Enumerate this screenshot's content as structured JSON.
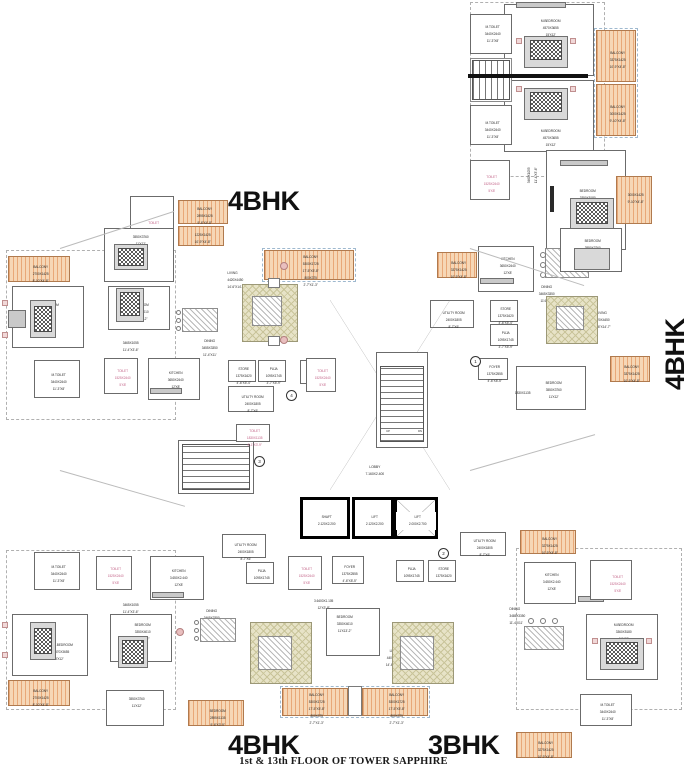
{
  "document": {
    "type": "architectural-floor-plan",
    "caption": "1st  & 13th FLOOR OF TOWER SAPPHIRE",
    "background": "#ffffff"
  },
  "unit_tags": {
    "top_left": "4BHK",
    "right_vertical": "4BHK",
    "bottom_left": "4BHK",
    "bottom_center": "3BHK"
  },
  "colors": {
    "balcony_fill": "#f3cdaa",
    "balcony_border": "#b07a4e",
    "wall": "#111111",
    "text": "#2b2b2b",
    "pink_label": "#c4668a",
    "dash_guide": "#9fb9cf"
  },
  "core": {
    "lobby_label": "LOBBY",
    "lobby_dim": "7.160X2.400",
    "shaft_label": "SHAFT",
    "shaft_dim": "2.120X2.200",
    "lift1_label": "LIFT",
    "lift1_dim": "2.120X2.200",
    "lift2_label": "LIFT",
    "lift2_dim": "2.000X2.700"
  },
  "markers": [
    "1",
    "2",
    "3",
    "4"
  ],
  "rooms": {
    "tl_balcony_outer": {
      "name": "BALCONY",
      "dim_mm": "2700X1425",
      "dim_ft": "8'-10\"X4'-8\""
    },
    "tl_balcony_upper": {
      "name": "BALCONY",
      "dim_mm": "2895X1425",
      "dim_ft": "9'-6\"X4'-8\""
    },
    "tl_mbedroom": {
      "name": "M.BEDROOM",
      "dim_mm": "4570X3655",
      "dim_ft": "15'X12'"
    },
    "tl_bedroom": {
      "name": "BEDROOM",
      "dim_mm": "3550X4010",
      "dim_ft": "11'X13'-2\""
    },
    "tl_mtoilet": {
      "name": "M.TOILET",
      "dim_mm": "3440X2440",
      "dim_ft": "11'-3\"X8'"
    },
    "tl_toilet": {
      "name": "TOILET",
      "dim_mm": "1525X2440",
      "dim_ft": "5'X8'"
    },
    "tl_passage": {
      "name": "",
      "dim_mm": "3465X1055",
      "dim_ft": "11'-4\"X3'-6\""
    },
    "tl_kitchen": {
      "name": "KITCHEN",
      "dim_mm": "3650X2440",
      "dim_ft": "12'X8'"
    },
    "tl_dining": {
      "name": "DINING",
      "dim_mm": "3455X3350",
      "dim_ft": "11'-4\"X11'"
    },
    "tl_store": {
      "name": "STORE",
      "dim_mm": "1375X1620",
      "dim_ft": "4'-6\"X5'-4\""
    },
    "tl_puja": {
      "name": "PUJA",
      "dim_mm": "1095X1745",
      "dim_ft": "3'-7\"X5'-9\""
    },
    "tl_utility": {
      "name": "UTILITY ROOM",
      "dim_mm": "2400X1805",
      "dim_ft": "8'-7\"X6'"
    },
    "tl_living": {
      "name": "LIVING",
      "dim_mm": "4420X4450",
      "dim_ft": "14'-6\"X14'-7\""
    },
    "tl_livbalcony": {
      "name": "BALCONY",
      "dim_mm": "5300X1725",
      "dim_ft": "17'-5\"X5'-8\"",
      "dim_mm2": "800X375",
      "dim_ft2": "2'-7\"X1'-3\""
    },
    "tl_foyer": {
      "name": "FOYER",
      "dim_mm": "1375X2555",
      "dim_ft": "4'-6\"X8'-5\""
    },
    "tl_balc_small": {
      "name": "BALCONY",
      "dim_mm": "1225X1425",
      "dim_ft": "10'-9\"X4'-8\""
    },
    "tl_bedroom2": {
      "name": "BEDROOM",
      "dim_mm": "3550X3760",
      "dim_ft": "11'X12'"
    },
    "tl_toilet2": {
      "name": "TOILET",
      "dim_mm": "1830X1135",
      "dim_ft": "6'-1\"X3'-9\""
    },
    "tr_mbedroom": {
      "name": "M.BEDROOM",
      "dim_mm": "4570X3655",
      "dim_ft": "15'X12'"
    },
    "tr_balcony": {
      "name": "BALCONY",
      "dim_mm": "2700X1425",
      "dim_ft": "8'-10\"X4'-8\""
    },
    "tr_mtoilet": {
      "name": "M.TOILET",
      "dim_mm": "3440X2440",
      "dim_ft": "11'-3\"X8'"
    },
    "tr_toilet": {
      "name": "TOILET",
      "dim_mm": "1525X2440",
      "dim_ft": "5'X8'"
    },
    "tr_bedroom": {
      "name": "BEDROOM",
      "dim_mm": "3350X5180",
      "dim_ft": "11'X17'"
    },
    "tr_kitchen": {
      "name": "KITCHEN",
      "dim_mm": "3650X2440",
      "dim_ft": "12'X8'"
    },
    "tr_dining": {
      "name": "DINING",
      "dim_mm": "3465X3350",
      "dim_ft": "11'4\"X11'"
    },
    "tr_living": {
      "name": "LIVING",
      "dim_mm": "4420X4450",
      "dim_ft": "14'-6\"X14'-7\""
    },
    "tr_passage": {
      "name": "",
      "dim_mm": "3460X1055",
      "dim_ft": "11'-4\"X3'-6\""
    },
    "tr_store": {
      "name": "STORE",
      "dim_mm": "1375X1620",
      "dim_ft": "4'-6\"X5'-4\""
    },
    "tr_puja": {
      "name": "PUJA",
      "dim_mm": "1095X1745",
      "dim_ft": "3'-7\"X5'-9\""
    },
    "tr_utility": {
      "name": "UTILITY ROOM",
      "dim_mm": "2400X1805",
      "dim_ft": "8'-7\"X6'"
    },
    "tr_foyer": {
      "name": "FOYER",
      "dim_mm": "1375X2555",
      "dim_ft": "4'-6\"X8'-5\""
    },
    "tr_balc2": {
      "name": "BALCONY",
      "dim_mm": "3375X1425",
      "dim_ft": "10'-9\"X4'-8\""
    },
    "tr_balc3": {
      "name": "BALCONY",
      "dim_mm": "3000X1425",
      "dim_ft": "9'-10\"X4'-8\""
    },
    "br_kitchen": {
      "name": "KITCHEN",
      "dim_mm": "3.650X2.440",
      "dim_ft": "12'X8'"
    },
    "br_toilet": {
      "name": "TOILET",
      "dim_mm": "1525X2440",
      "dim_ft": "5'X8'"
    },
    "br_mbedroom": {
      "name": "M.BEDROOM",
      "dim_mm": "3360X5180",
      "dim_ft": "11'X17'"
    },
    "br_balcony": {
      "name": "BALCONY",
      "dim_mm": "3275X1425",
      "dim_ft": "10'-9\"X4'-8\""
    },
    "bc_living": {
      "name": "LIVING",
      "dim_mm": "4400X4450",
      "dim_ft": "14'-6\"X14'-7\""
    },
    "bc_passage": {
      "name": "",
      "dim_mm": "3.6400X1.105",
      "dim_ft": "12'X3'-8\""
    },
    "bc_foyer": {
      "name": "FOYER",
      "dim_mm": "1375X2555",
      "dim_ft": "4'-6\"X8'-5\""
    },
    "bc_balcony": {
      "name": "BALCONY",
      "dim_mm": "5300X1725",
      "dim_ft": "17'-5\"X5'-8\"",
      "dim_mm2": "800X375",
      "dim_ft2": "2'-7\"X1'-3\""
    },
    "bl_mbedroom": {
      "name": "M.BEDROOM",
      "dim_mm": "4570X3655",
      "dim_ft": "15'X12'"
    },
    "bl_balcony": {
      "name": "BALCONY",
      "dim_mm": "2700X1425",
      "dim_ft": "8'-10\"X4'-8\""
    },
    "bl_mtoilet": {
      "name": "M.TOILET",
      "dim_mm": "3440X2440",
      "dim_ft": "11'-3\"X8'"
    },
    "bl_toilet": {
      "name": "TOILET",
      "dim_mm": "1525X2440",
      "dim_ft": "5'X8'"
    },
    "bl_bedroom": {
      "name": "BEDROOM",
      "dim_mm": "3350X4010",
      "dim_ft": "11'X13'-2\""
    },
    "bl_kitchen": {
      "name": "KITCHEN",
      "dim_mm": "3.650X2.440",
      "dim_ft": "12'X8'"
    },
    "bl_dining": {
      "name": "DINING",
      "dim_mm": "3465X3350",
      "dim_ft": "11'-4\"X11'"
    },
    "bl_passage": {
      "name": "",
      "dim_mm": "3465X1055",
      "dim_ft": "11'-4\"X3'-6\""
    },
    "bl_utility": {
      "name": "UTILITY ROOM",
      "dim_mm": "2400X1805",
      "dim_ft": "8'-7\"X6'"
    },
    "bl_store": {
      "name": "STORE",
      "dim_mm": "1375X1620",
      "dim_ft": "4'-6\"X5'-4\""
    },
    "bl_puja": {
      "name": "PUJA",
      "dim_mm": "1095X1745",
      "dim_ft": "3'-7\"X5'-9\""
    },
    "bl_balcony2": {
      "name": "BALCONY",
      "dim_mm": "2700X1425",
      "dim_ft": "8'-10\"X4'-8\""
    },
    "bl_bedroom2": {
      "name": "BEDROOM",
      "dim_mm": "2895X1135",
      "dim_ft": "9'-6\"X3'-9\""
    },
    "bl_toilet2": {
      "name": "TOILET",
      "dim_mm": "1830X1135",
      "dim_ft": "6'-1\"X3'-9\""
    }
  }
}
